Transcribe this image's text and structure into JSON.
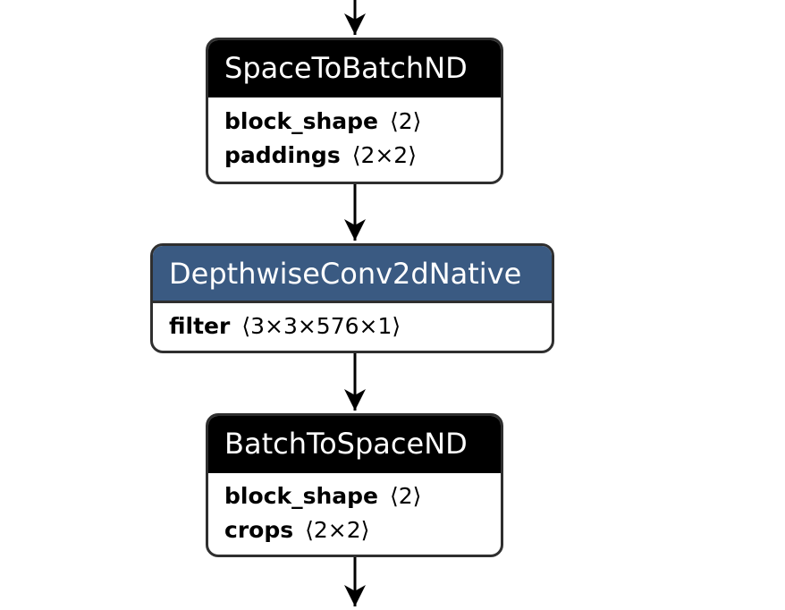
{
  "graph": {
    "background_color": "#ffffff",
    "edge_color": "#000000",
    "node_border_color": "#2f2f2f",
    "title_text_color": "#ffffff",
    "attribute_text_color": "#000000",
    "nodes": [
      {
        "title": "SpaceToBatchND",
        "header_color": "#000000",
        "attributes": [
          {
            "name": "block_shape",
            "value": "⟨2⟩"
          },
          {
            "name": "paddings",
            "value": "⟨2×2⟩"
          }
        ]
      },
      {
        "title": "DepthwiseConv2dNative",
        "header_color": "#3a5a82",
        "attributes": [
          {
            "name": "filter",
            "value": "⟨3×3×576×1⟩"
          }
        ]
      },
      {
        "title": "BatchToSpaceND",
        "header_color": "#000000",
        "attributes": [
          {
            "name": "block_shape",
            "value": "⟨2⟩"
          },
          {
            "name": "crops",
            "value": "⟨2×2⟩"
          }
        ]
      }
    ],
    "edges": [
      {
        "from": "(offscreen above)",
        "to": "SpaceToBatchND"
      },
      {
        "from": "SpaceToBatchND",
        "to": "DepthwiseConv2dNative"
      },
      {
        "from": "DepthwiseConv2dNative",
        "to": "BatchToSpaceND"
      },
      {
        "from": "BatchToSpaceND",
        "to": "(offscreen below)"
      }
    ]
  }
}
